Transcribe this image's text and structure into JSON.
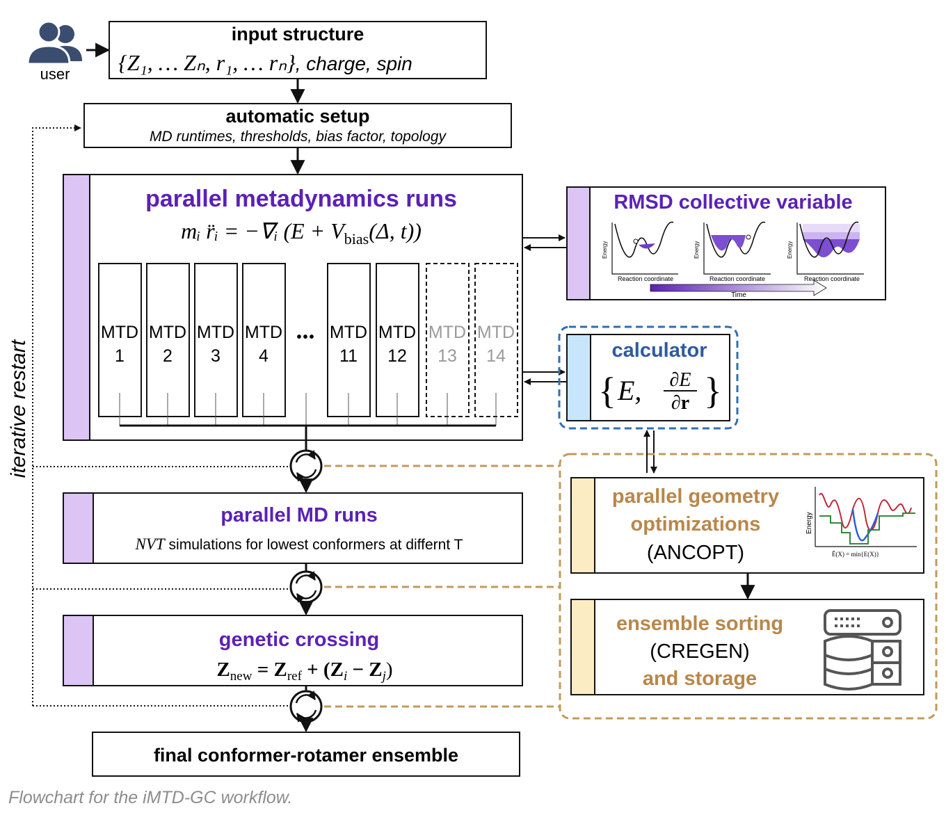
{
  "user": {
    "label": "user"
  },
  "input_structure": {
    "title": "input structure",
    "formula_math": "{Z₁, … Zₙ, r₁, … rₙ}",
    "formula_suffix": ", charge, spin"
  },
  "automatic_setup": {
    "title": "automatic setup",
    "subtitle": "MD runtimes, thresholds, bias factor, topology"
  },
  "metadynamics": {
    "title": "parallel metadynamics runs",
    "equation": "mᵢ r̈ᵢ = −∇ᵢ (E + V",
    "equation_sub": "bias",
    "equation_tail": "(Δ, t))",
    "runs": [
      {
        "label": "MTD",
        "number": "1",
        "active": true
      },
      {
        "label": "MTD",
        "number": "2",
        "active": true
      },
      {
        "label": "MTD",
        "number": "3",
        "active": true
      },
      {
        "label": "MTD",
        "number": "4",
        "active": true
      },
      {
        "label": "MTD",
        "number": "11",
        "active": true
      },
      {
        "label": "MTD",
        "number": "12",
        "active": true
      },
      {
        "label": "MTD",
        "number": "13",
        "active": false
      },
      {
        "label": "MTD",
        "number": "14",
        "active": false
      }
    ],
    "ellipsis": "•••"
  },
  "rmsd_panel": {
    "title": "RMSD collective variable",
    "ylabel": "Energy",
    "xlabel": "Reaction coordinate",
    "time_label": "Time"
  },
  "calculator": {
    "title": "calculator",
    "formula_open": "{",
    "formula_E": "E,",
    "formula_num": "∂E",
    "formula_den": "∂r",
    "formula_close": "}"
  },
  "side_label": "iterative restart",
  "md_runs": {
    "title": "parallel MD runs",
    "subtitle_math": "NVT",
    "subtitle_rest": " simulations for lowest conformers at differnt T"
  },
  "genetic_crossing": {
    "title": "genetic crossing",
    "eq_z": "Z",
    "eq_new": "new",
    "eq_mid": " = Z",
    "eq_ref": "ref",
    "eq_tail1": " + (Z",
    "eq_i": "i",
    "eq_minus": " − Z",
    "eq_j": "j",
    "eq_close": ")"
  },
  "geometry_opt": {
    "line1": "parallel geometry",
    "line2": "optimizations",
    "line3": "(ANCOPT)",
    "plot_ylabel": "Energy",
    "plot_caption": "Ẽ(X) = min{E(X)}"
  },
  "ensemble_sorting": {
    "line1": "ensemble sorting",
    "line2": "(CREGEN)",
    "line3": "and storage"
  },
  "final": {
    "title": "final conformer-rotamer ensemble"
  },
  "caption": "Flowchart for the iMTD-GC workflow.",
  "colors": {
    "purple_text": "#5b21b6",
    "purple_bar": "#dcc4f5",
    "blue_text": "#2f5aa0",
    "blue_bar": "#c8e6fb",
    "gold_text": "#b8874a",
    "gold_bar": "#fbecc4",
    "dashed_blue": "#2f6fb0",
    "dashed_gold": "#c19a5b",
    "user_icon": "#3a4d6e"
  }
}
